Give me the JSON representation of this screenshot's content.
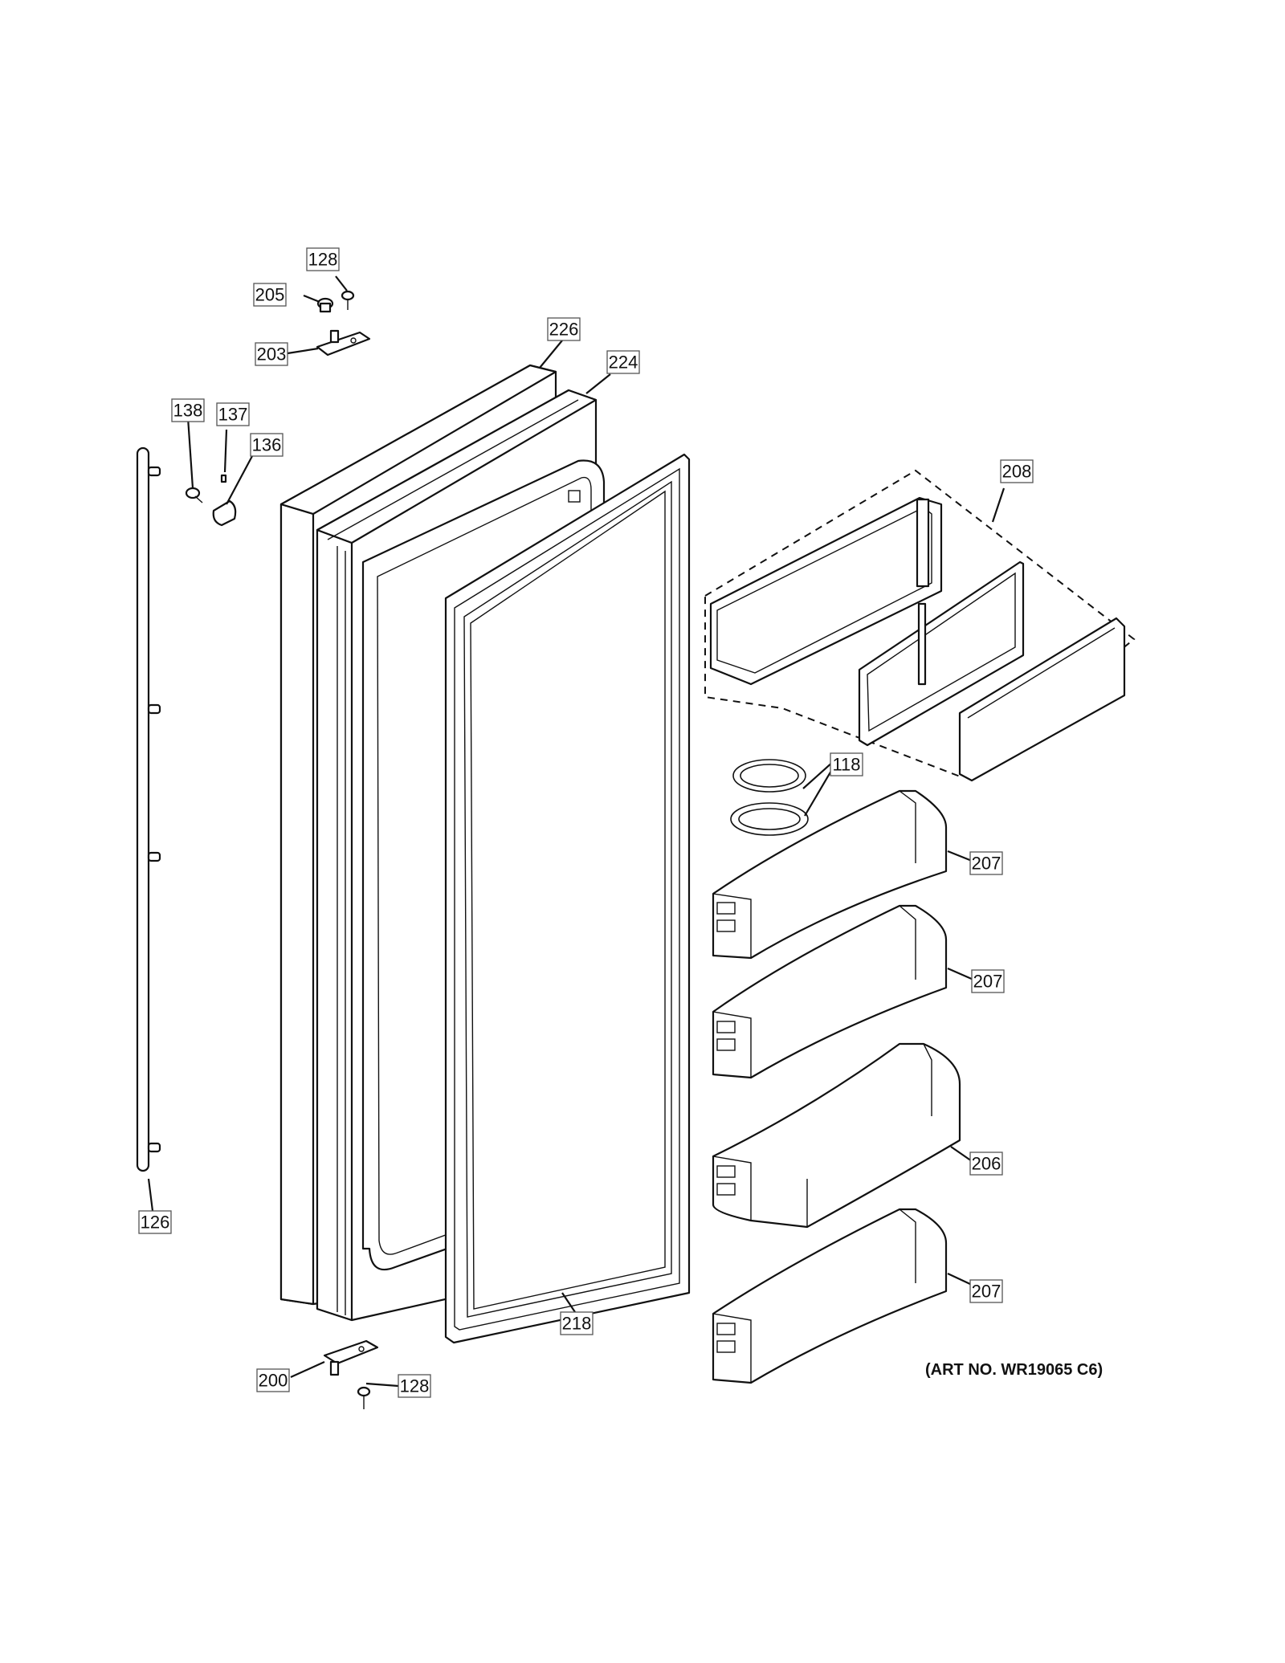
{
  "art_number": "(ART NO. WR19065 C6)",
  "callouts": {
    "c128_top": "128",
    "c205": "205",
    "c203": "203",
    "c226": "226",
    "c224": "224",
    "c138": "138",
    "c137": "137",
    "c136": "136",
    "c208": "208",
    "c118": "118",
    "c207_a": "207",
    "c207_b": "207",
    "c206": "206",
    "c207_c": "207",
    "c126": "126",
    "c218": "218",
    "c200": "200",
    "c128_bottom": "128"
  },
  "colors": {
    "line": "#111111",
    "label_border": "#555555",
    "background": "#ffffff"
  }
}
